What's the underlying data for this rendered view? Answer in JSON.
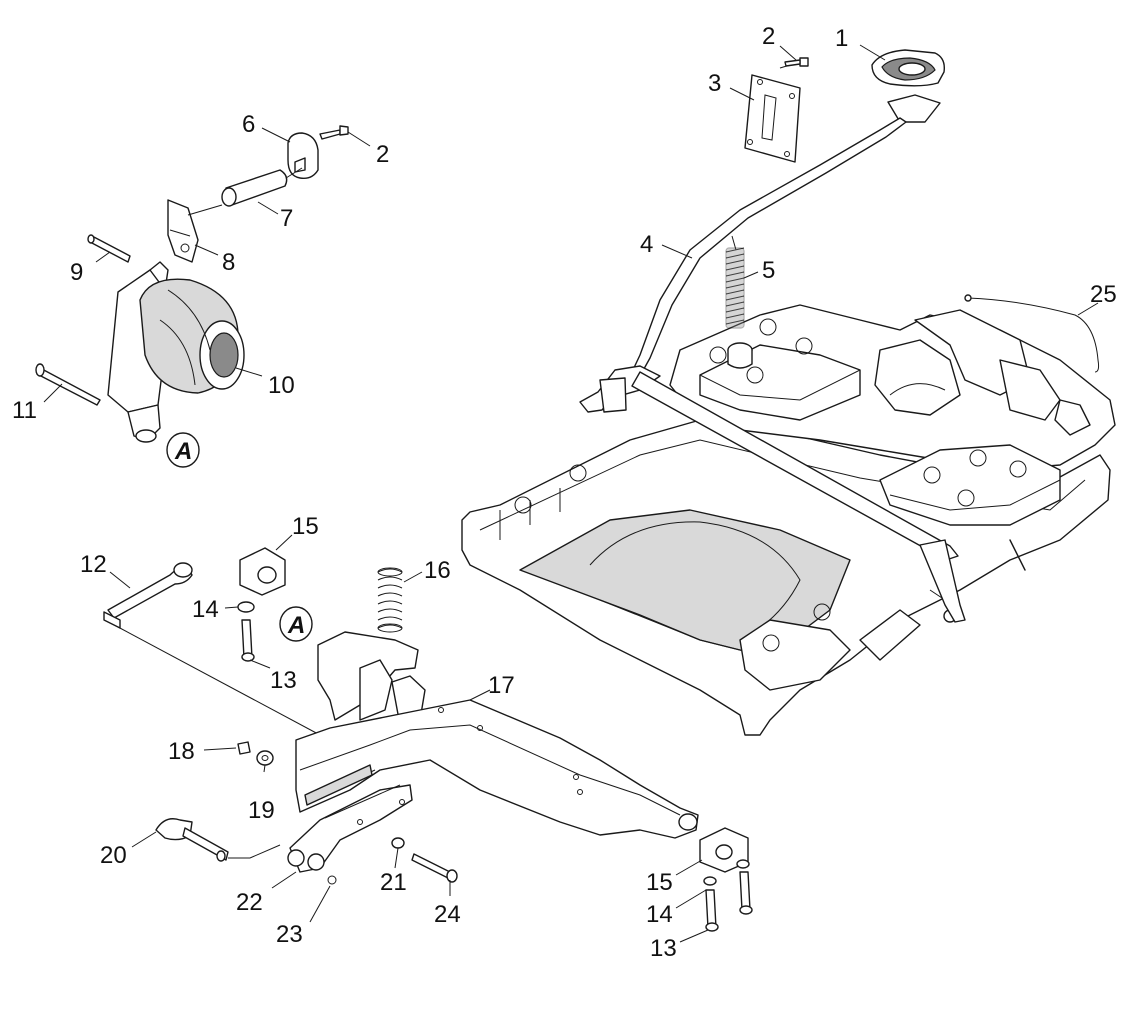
{
  "diagram": {
    "callouts": {
      "c1": "1",
      "c2a": "2",
      "c3": "3",
      "c4": "4",
      "c5": "5",
      "c6": "6",
      "c2b": "2",
      "c7": "7",
      "c8": "8",
      "c9": "9",
      "c10": "10",
      "c11": "11",
      "c12": "12",
      "c13a": "13",
      "c14a": "14",
      "c15a": "15",
      "c16": "16",
      "c17": "17",
      "c18": "18",
      "c19": "19",
      "c20": "20",
      "c21": "21",
      "c22": "22",
      "c23": "23",
      "c24": "24",
      "c25": "25",
      "c15b": "15",
      "c14b": "14",
      "c13b": "13"
    },
    "reference_marks": {
      "upper": "A",
      "lower": "A"
    }
  }
}
